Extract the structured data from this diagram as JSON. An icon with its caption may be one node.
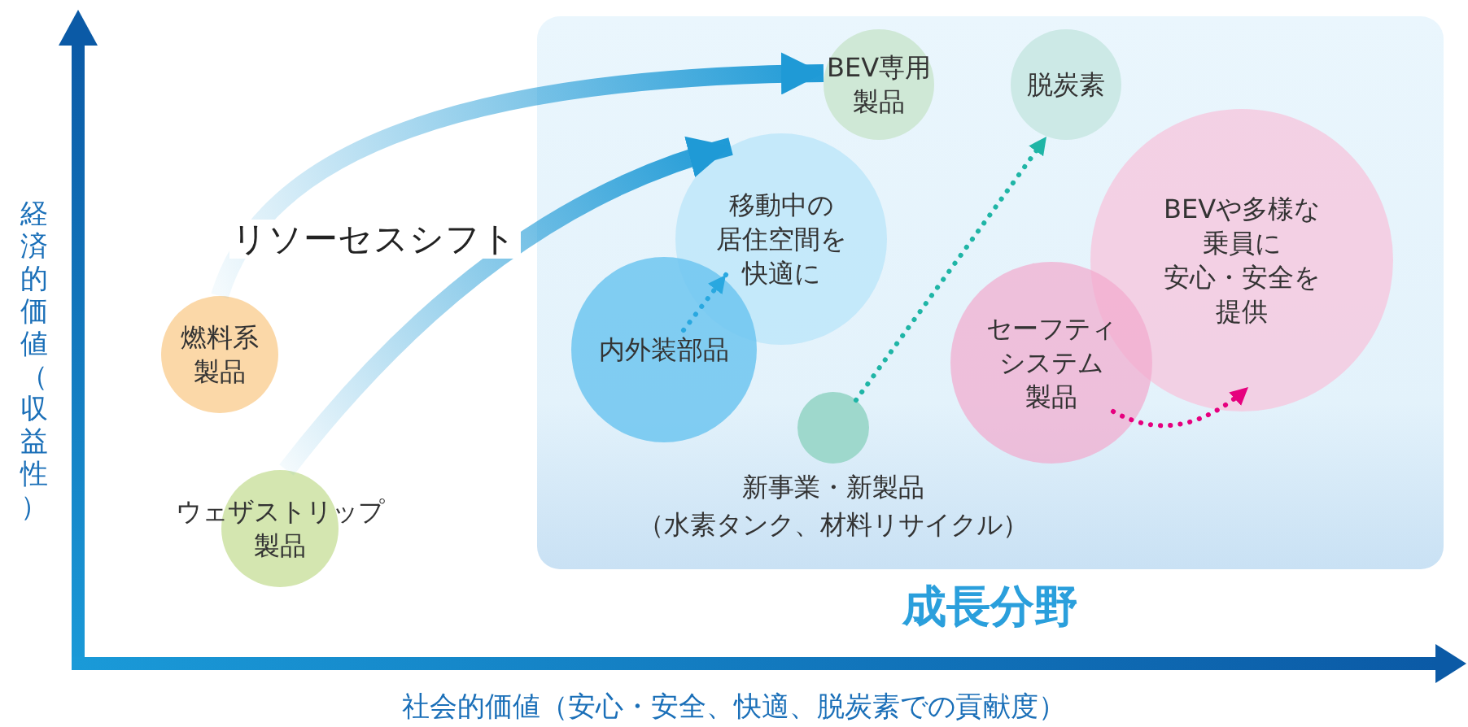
{
  "diagram": {
    "nodes": [
      {
        "text": [
          "成長分野"
        ]
      },
      {
        "text": [
          "燃料系製品"
        ]
      },
      {
        "text": [
          "ウェザストリップ製品"
        ]
      },
      {
        "text": [
          "BEV専用製品"
        ],
        "in": 0
      },
      {
        "text": [
          "脱炭素"
        ],
        "in": 0
      },
      {
        "text": [
          "移動中の居住空間を快適に"
        ],
        "in": 0
      },
      {
        "text": [
          "内外装部品"
        ],
        "in": 0
      },
      {
        "text": [],
        "shape": "circle",
        "in": 0,
        "beside": [
          "新事業・新製品",
          "（水素タンク、材料リサイクル）"
        ]
      },
      {
        "text": [
          "セーフティシステム製品"
        ],
        "in": 0
      },
      {
        "text": [
          "BEVや多様な乗員に安心・安全を提供"
        ],
        "in": 0
      }
    ],
    "edges": [
      {
        "from": 1,
        "to": 3,
        "arrow": "to",
        "style": "thick",
        "label": "リソーセスシフト"
      },
      {
        "from": 2,
        "to": 5,
        "arrow": "to",
        "style": "thick"
      },
      {
        "from": 6,
        "to": 5,
        "arrow": "to",
        "style": "dashed",
        "color": "#29a8e0"
      },
      {
        "from": 7,
        "to": 4,
        "arrow": "to",
        "style": "dashed",
        "color": "#1fb5a6"
      },
      {
        "from": 8,
        "to": 9,
        "arrow": "to",
        "style": "dashed",
        "color": "#e6007e"
      }
    ],
    "labels": [
      "経済的価値（収益性）",
      "社会的価値（安心・安全、快適、脱炭素での貢献度）"
    ]
  }
}
